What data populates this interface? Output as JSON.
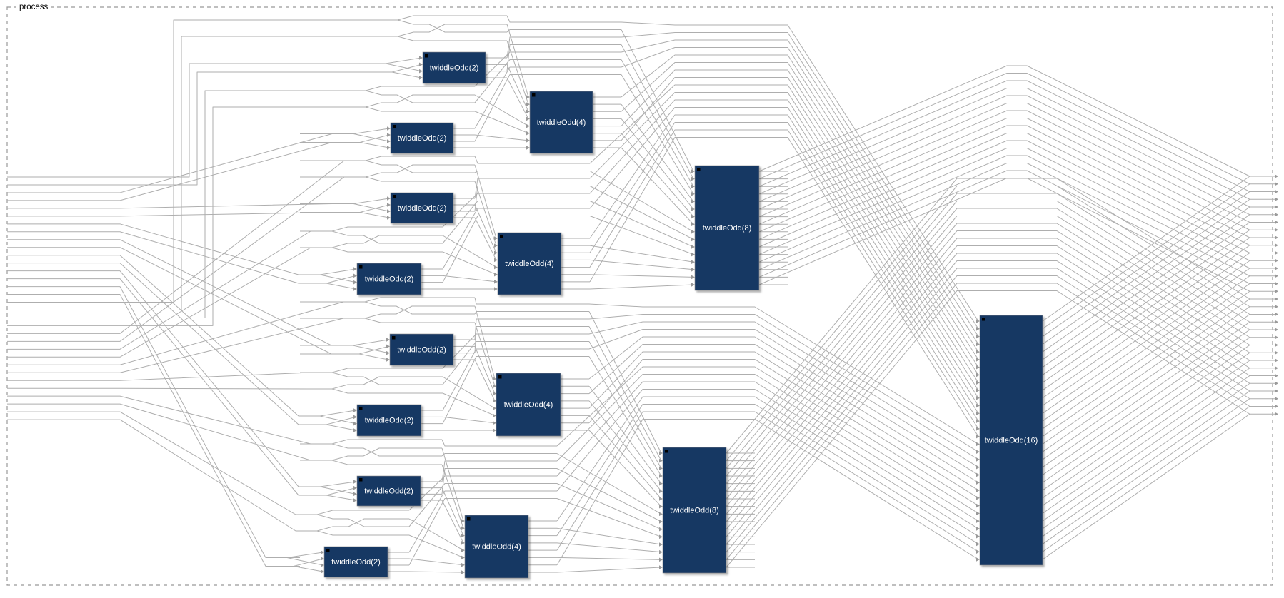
{
  "process_label": "process",
  "io": {
    "inputs": 32,
    "outputs": 32
  },
  "colors": {
    "node_fill": "#173764",
    "node_text": "#ffffff",
    "wire": "#aeaeae",
    "border_dash": "#999999",
    "label_text": "#000000"
  },
  "nodes": [
    {
      "id": "t2a",
      "label": "twiddleOdd(2)",
      "ports_in": 4,
      "ports_out": 4
    },
    {
      "id": "t2b",
      "label": "twiddleOdd(2)",
      "ports_in": 4,
      "ports_out": 4
    },
    {
      "id": "t2c",
      "label": "twiddleOdd(2)",
      "ports_in": 4,
      "ports_out": 4
    },
    {
      "id": "t2d",
      "label": "twiddleOdd(2)",
      "ports_in": 4,
      "ports_out": 4
    },
    {
      "id": "t2e",
      "label": "twiddleOdd(2)",
      "ports_in": 4,
      "ports_out": 4
    },
    {
      "id": "t2f",
      "label": "twiddleOdd(2)",
      "ports_in": 4,
      "ports_out": 4
    },
    {
      "id": "t2g",
      "label": "twiddleOdd(2)",
      "ports_in": 4,
      "ports_out": 4
    },
    {
      "id": "t2h",
      "label": "twiddleOdd(2)",
      "ports_in": 4,
      "ports_out": 4
    },
    {
      "id": "t4a",
      "label": "twiddleOdd(4)",
      "ports_in": 8,
      "ports_out": 8
    },
    {
      "id": "t4b",
      "label": "twiddleOdd(4)",
      "ports_in": 8,
      "ports_out": 8
    },
    {
      "id": "t4c",
      "label": "twiddleOdd(4)",
      "ports_in": 8,
      "ports_out": 8
    },
    {
      "id": "t4d",
      "label": "twiddleOdd(4)",
      "ports_in": 8,
      "ports_out": 8
    },
    {
      "id": "t8a",
      "label": "twiddleOdd(8)",
      "ports_in": 16,
      "ports_out": 16
    },
    {
      "id": "t8b",
      "label": "twiddleOdd(8)",
      "ports_in": 16,
      "ports_out": 16
    },
    {
      "id": "t16",
      "label": "twiddleOdd(16)",
      "ports_in": 32,
      "ports_out": 32
    }
  ]
}
